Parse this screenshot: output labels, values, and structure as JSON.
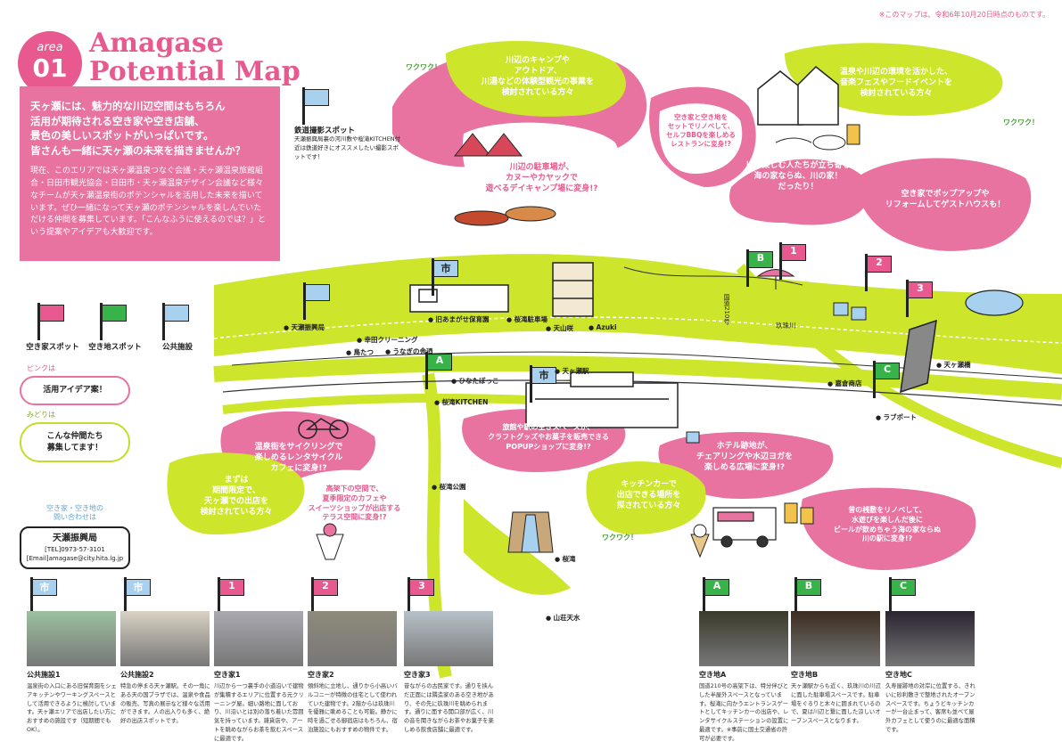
{
  "note": "※このマップは、令和6年10月20日時点のものです。",
  "badge": {
    "line1": "area",
    "line2": "01"
  },
  "title": {
    "line1": "Amagase",
    "line2": "Potential Map"
  },
  "intro": {
    "lead": "天ヶ瀬には、魅力的な川辺空間はもちろん\n活用が期待される空き家や空き店舗、\n景色の美しいスポットがいっぱいです。\n皆さんも一緒に天ヶ瀬の未来を描きませんか？",
    "body": "現在、このエリアでは天ヶ瀬温泉つなぐ会議・天ヶ瀬温泉旅館組合・日田市観光協会・日田市・天ヶ瀬温泉デザイン会議など様々なチームが天ヶ瀬温泉街のポテンシャルを活用した未来を描いています。ぜひ一緒になって天ヶ瀬のポテンシャルを楽しんでいただける仲間を募集しています。「こんなふうに使えるのでは？」という提案やアイデアも大歓迎です。"
  },
  "legend": {
    "akiya": "空き家スポット",
    "akichi": "空き地スポット",
    "public": "公共施設",
    "photo_title": "鉄道撮影スポット",
    "photo_desc": "天瀬振興局裏の河川敷や桜滝KITCHEN付近は鉄道好きにオススメしたい撮影スポットです！"
  },
  "side": {
    "pink_label": "ピンクは",
    "pink_text": "活用アイデア案！",
    "green_label": "みどりは",
    "green_text": "こんな仲間たち\n募集してます！",
    "contact_label": "空き家・空き地の\n問い合わせは",
    "contact_org": "天瀬振興局",
    "contact_tel": "[TEL]0973-57-3101",
    "contact_mail": "[Email]amagase@city.hita.lg.jp"
  },
  "flags": {
    "public": "市",
    "a": "A",
    "b": "B",
    "c": "C",
    "one": "1",
    "two": "2",
    "three": "3"
  },
  "colors": {
    "pink": "#e8598f",
    "green": "#c5dc2a",
    "blue": "#a8d0ef",
    "river": "#cde52b"
  },
  "places": {
    "kyu_hoikuen": "旧あまがせ保育園",
    "sakura_parking": "桜滝駐車場",
    "tenzansaki": "天山咲",
    "azuki": "Azuki",
    "shinkoukyoku": "天瀬振興局",
    "kouda_cleaning": "幸田クリーニング",
    "toritatsu": "鳥たつ",
    "unagi": "うなぎの舎迺",
    "hinata": "ひなたぼっこ",
    "sakura_kitchen": "桜滝KITCHEN",
    "station": "天ヶ瀬駅",
    "kagura": "嘉倉商店",
    "lovepoint": "ラブポート",
    "bridge": "天ヶ瀬橋",
    "river": "玖珠川",
    "road": "国道210号",
    "park": "桜滝公園",
    "sakuradaki": "桜滝",
    "sanso": "山荘天水"
  },
  "ideas": {
    "camp": "川辺のキャンプや\nアウトドア、\n川湯などの体験型観光の事業を\n検討されている方々",
    "canoe": "川辺の駐車場が、\nカヌーやカヤックで\n遊べるデイキャンプ場に変身!?",
    "bbq": "空き家と空き地を\nセットでリノベして、\nセルフBBQを楽しめる\nレストランに変身!?",
    "festival": "温泉や川辺の環境を活かした、\n音楽フェスやフードイベントを\n検討されている方々",
    "umi": "川を楽しむ人たちが立ち寄る\n海の家ならぬ、川の家！\nだったり！",
    "popup": "空き家でポップアップや\nリフォームしてゲストハウスも！",
    "cycling": "温泉街をサイクリングで\n楽しめるレンタサイクル\nカフェに変身!?",
    "machi": "まずは\n期間限定で、\n天ヶ瀬での出店を\n検討されている方々",
    "sweets": "高架下の空間で、\n夏季限定のカフェや\nスイーツショップが出店する\nテラス空間に変身!?",
    "popup_shop": "旅館や駅の空きスペースが、\nクラフトグッズやお菓子を販売できる\nPOPUPショップに変身!?",
    "yoga": "ホテル跡地が、\nチェアリングや水辺ヨガを\n楽しめる広場に変身!?",
    "kitchen_car": "キッチンカーで\n出店できる場所を\n探されている方々",
    "beer": "昔の桟敷をリノベして、\n水遊びを楽しんだ後に\nビールが飲めちゃう海の家ならぬ\n川の駅に変身!?",
    "wakuwaku": "ワクワク！"
  },
  "cards": [
    {
      "flag": "市",
      "type": "public",
      "title": "公共施設1",
      "body": "温泉街の入口にある旧保育園をシェアキッチンやワーキングスペースとして活用できるように検討しています。天ヶ瀬エリアで出店したい方におすすめの施設です（短期間でもOK）。"
    },
    {
      "flag": "市",
      "type": "public",
      "title": "公共施設2",
      "body": "特急の停まる天ヶ瀬駅。その一角にある天の国ブラザでは、温泉や食品の販売、写真の展示など様々な活用ができます。人の出入りも多く、絶好の出店スポットです。"
    },
    {
      "flag": "1",
      "type": "akiya",
      "title": "空き家1",
      "body": "川辺から一つ裏手の小道沿いで建物が集積するエリアに位置する元クリーニング屋。細い路地に面しており、川沿いとは別の落ち着いた雰囲気を持っています。雑貨店や、アートを眺めながらお茶を飲むスペースに最適です。"
    },
    {
      "flag": "2",
      "type": "akiya",
      "title": "空き家2",
      "body": "傾斜地に立地し、通りから小高いバルコニーが特徴の住宅として使われていた建物です。2階からは玖珠川を優雅に眺めることも可能。静かに時を過ごせる御宿店はもちろん、宿泊施設にもおすすめの物件です。"
    },
    {
      "flag": "3",
      "type": "akiya",
      "title": "空き家3",
      "body": "昔ながらの古民家です。通りを挟んだ正面には隣造家のある空き地があり、その先に玖珠川を眺められます。通りに面する開口部が広く、川の音を聞きながらお茶やお菓子を楽しめる飲食店舗に最適です。"
    },
    {
      "flag": "A",
      "type": "akichi",
      "title": "空き地A",
      "body": "国道210号の高架下は、特分伴びとした半屋外スペースとなっています。桜滝に向かうエントランスゲートとしてキッチンカーの出店や、レンタサイクルステーションの設置に最適です。※事前に国土交通省の許可が必要です。"
    },
    {
      "flag": "B",
      "type": "akichi",
      "title": "空き地B",
      "body": "天ヶ瀬駅からも近く、玖珠川の川辺に面した駐車場スペースです。駐車場をぐるりと木々に囲まれているので、夏は川辺と繋に面した涼しいオープンスペースとなります。"
    },
    {
      "flag": "C",
      "type": "akichi",
      "title": "空き地C",
      "body": "久寿屋跡地の対岸に位置する、きれいに砂利敷きで整地されたオープンスペースです。ちょうどキッチンカーが一台止まって、客席も並べて屋外カフェとして使うのに最適な面積です。"
    }
  ]
}
